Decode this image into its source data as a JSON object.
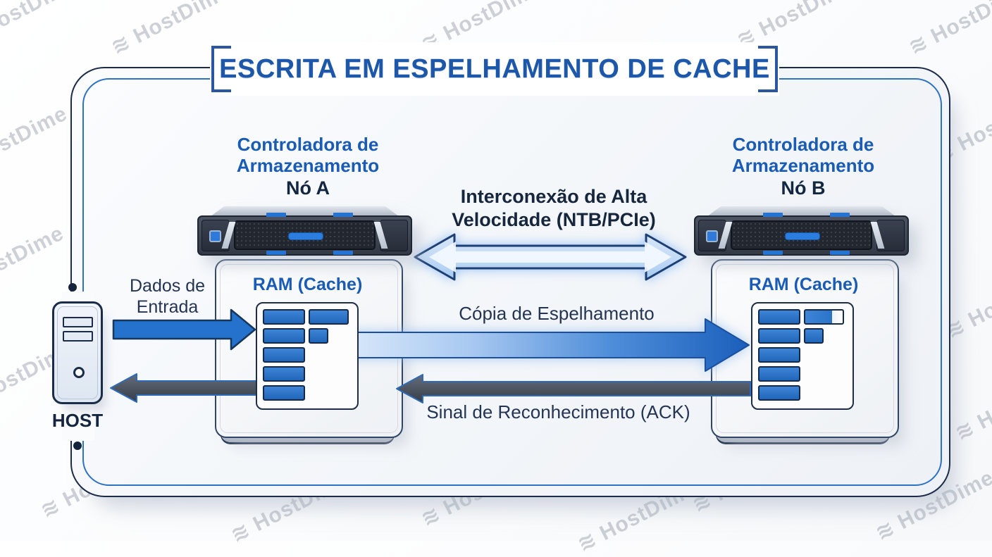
{
  "watermark": {
    "logo_glyph": "≋",
    "text": "HostDime"
  },
  "title": "ESCRITA EM ESPELHAMENTO DE CACHE",
  "nodes": {
    "a": {
      "controller_line1": "Controladora de",
      "controller_line2": "Armazenamento",
      "name": "Nó A",
      "ram_label": "RAM (Cache)",
      "cache_rows": [
        [
          "wide",
          "med"
        ],
        [
          "wide",
          "small"
        ],
        [
          "wide"
        ],
        [
          "wide"
        ],
        [
          "wide"
        ]
      ]
    },
    "b": {
      "controller_line1": "Controladora de",
      "controller_line2": "Armazenamento",
      "name": "Nó B",
      "ram_label": "RAM (Cache)",
      "cache_rows": [
        [
          "wide",
          "med-partial"
        ],
        [
          "wide",
          "small"
        ],
        [
          "wide"
        ],
        [
          "wide"
        ],
        [
          "wide"
        ]
      ]
    }
  },
  "interconnect": {
    "label_line1": "Interconexão de Alta",
    "label_line2": "Velocidade (NTB/PCIe)"
  },
  "flows": {
    "input_line1": "Dados de",
    "input_line2": "Entrada",
    "mirror": "Cópia de Espelhamento",
    "ack": "Sinal de Reconhecimento (ACK)"
  },
  "host": {
    "label": "HOST"
  },
  "colors": {
    "title_blue": "#1c57a9",
    "label_blue": "#1a5bb4",
    "navy": "#13253f",
    "body_text": "#243553",
    "cache_block_blue": "#2a72c6",
    "input_arrow_blue": "#2472cc",
    "ack_arrow_gray": "#49525e",
    "border_outer_navy": "#1c2b49",
    "border_inner_blue": "#2e72c4"
  }
}
